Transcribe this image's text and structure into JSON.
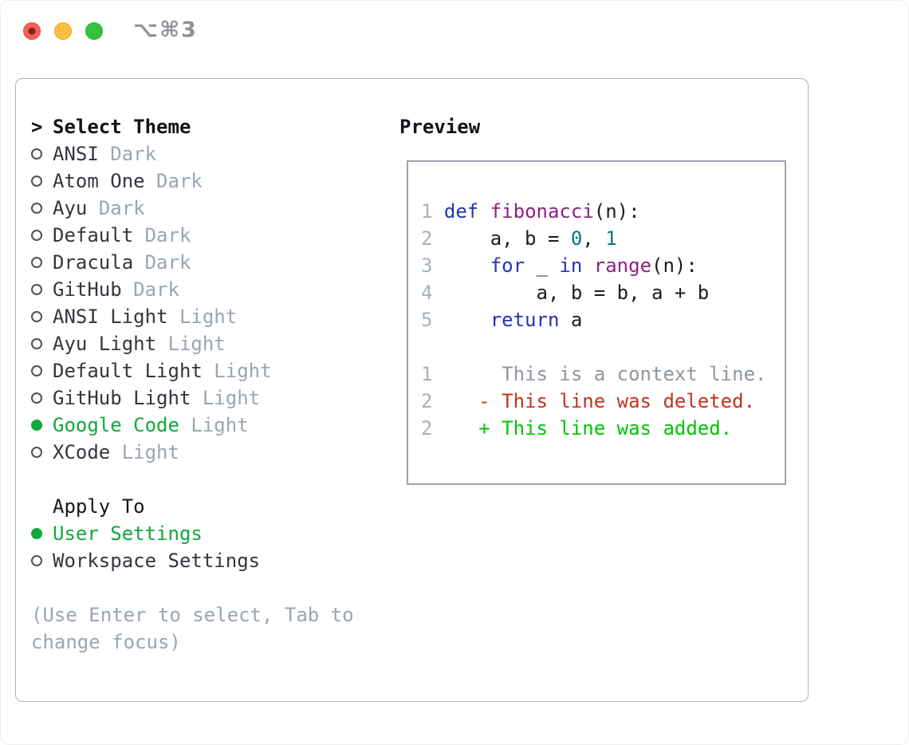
{
  "window": {
    "title": "⌥⌘3",
    "buttons": {
      "close": "close",
      "minimize": "minimize",
      "zoom": "zoom"
    }
  },
  "theme_panel": {
    "header": {
      "prompt": ">",
      "label": "Select Theme"
    },
    "items": [
      {
        "name": "ANSI",
        "variant": "Dark",
        "selected": false
      },
      {
        "name": "Atom One",
        "variant": "Dark",
        "selected": false
      },
      {
        "name": "Ayu",
        "variant": "Dark",
        "selected": false
      },
      {
        "name": "Default",
        "variant": "Dark",
        "selected": false
      },
      {
        "name": "Dracula",
        "variant": "Dark",
        "selected": false
      },
      {
        "name": "GitHub",
        "variant": "Dark",
        "selected": false
      },
      {
        "name": "ANSI Light",
        "variant": "Light",
        "selected": false
      },
      {
        "name": "Ayu Light",
        "variant": "Light",
        "selected": false
      },
      {
        "name": "Default Light",
        "variant": "Light",
        "selected": false
      },
      {
        "name": "GitHub Light",
        "variant": "Light",
        "selected": false
      },
      {
        "name": "Google Code",
        "variant": "Light",
        "selected": true
      },
      {
        "name": "XCode",
        "variant": "Light",
        "selected": false
      }
    ],
    "apply_to": {
      "label": "Apply To",
      "options": [
        {
          "label": "User Settings",
          "selected": true
        },
        {
          "label": "Workspace Settings",
          "selected": false
        }
      ]
    },
    "hint": [
      "(Use Enter to select, Tab to",
      "change focus)"
    ]
  },
  "preview": {
    "label": "Preview",
    "code_lines": [
      [
        [
          "ln",
          "1"
        ],
        [
          "pln",
          " "
        ],
        [
          "kw",
          "def"
        ],
        [
          "pln",
          " "
        ],
        [
          "fn",
          "fibonacci"
        ],
        [
          "pln",
          "(n):"
        ]
      ],
      [
        [
          "ln",
          "2"
        ],
        [
          "pln",
          "     a, b = "
        ],
        [
          "num",
          "0"
        ],
        [
          "pln",
          ", "
        ],
        [
          "num",
          "1"
        ]
      ],
      [
        [
          "ln",
          "3"
        ],
        [
          "pln",
          "     "
        ],
        [
          "kw",
          "for"
        ],
        [
          "pln",
          " _ "
        ],
        [
          "kw",
          "in"
        ],
        [
          "pln",
          " "
        ],
        [
          "fn",
          "range"
        ],
        [
          "pln",
          "(n):"
        ]
      ],
      [
        [
          "ln",
          "4"
        ],
        [
          "pln",
          "         a, b = b, a + b"
        ]
      ],
      [
        [
          "ln",
          "5"
        ],
        [
          "pln",
          "     "
        ],
        [
          "kw",
          "return"
        ],
        [
          "pln",
          " a"
        ]
      ],
      [],
      [
        [
          "ln",
          "1"
        ],
        [
          "ctx",
          "      This is a context line."
        ]
      ],
      [
        [
          "ln",
          "2"
        ],
        [
          "del",
          "    - This line was deleted."
        ]
      ],
      [
        [
          "ln",
          "2"
        ],
        [
          "add",
          "    + This line was added."
        ]
      ]
    ]
  },
  "colors": {
    "accent_green": "#0fa93c",
    "ink": "#32373d",
    "muted": "#9aa5b2",
    "line_number": "#a6b0bc",
    "keyword_blue": "#2433b4",
    "function_purple": "#8e2184",
    "number_teal": "#0d7474",
    "context_gray": "#8f969e",
    "diff_deleted_red": "#c2321d",
    "diff_added_green": "#02c402"
  }
}
